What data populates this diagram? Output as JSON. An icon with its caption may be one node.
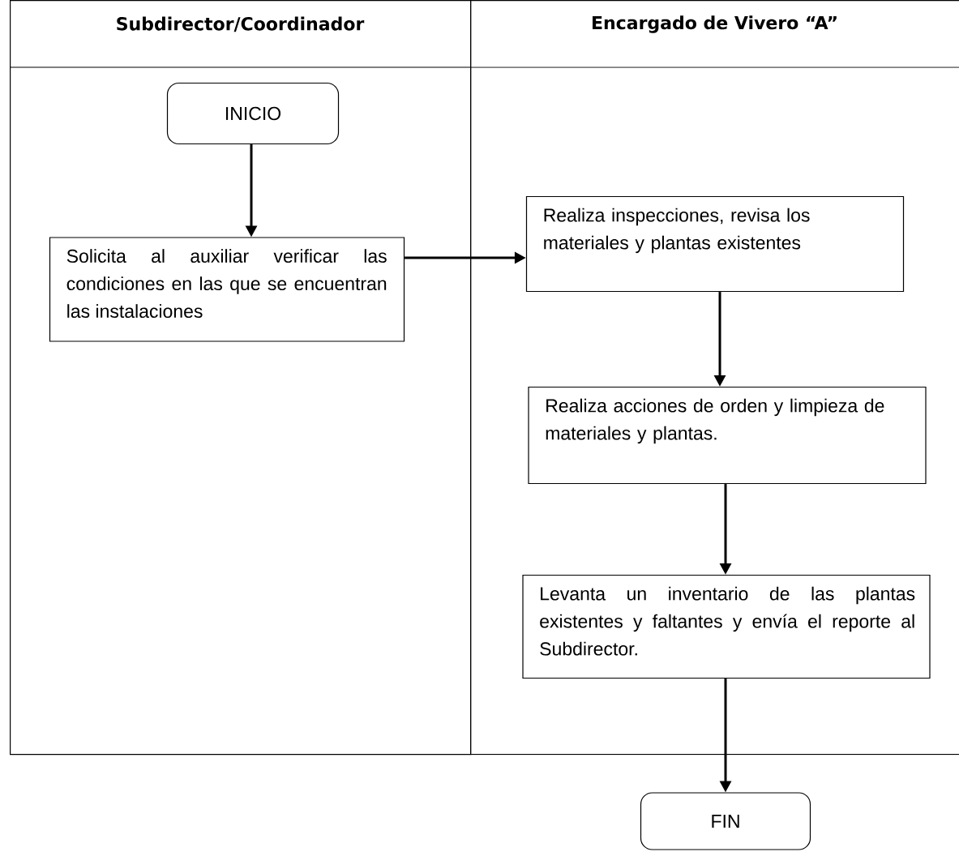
{
  "diagram": {
    "nodes": [
      {
        "text": [
          "Subdirector/Coordinador"
        ]
      },
      {
        "text": [
          "Encargado de Vivero “A”"
        ]
      },
      {
        "text": [
          "INICIO"
        ],
        "in": 0
      },
      {
        "text": [
          "Solicita al auxiliar verificar las condiciones en las que se encuentran las instalaciones"
        ],
        "in": 0
      },
      {
        "text": [
          "Realiza inspecciones, revisa los materiales y plantas existentes"
        ],
        "in": 1
      },
      {
        "text": [
          "Realiza acciones de orden y limpieza de materiales y plantas."
        ],
        "in": 1
      },
      {
        "text": [
          "Levanta un inventario de las plantas existentes y faltantes y envía el reporte al Subdirector."
        ],
        "in": 1
      },
      {
        "text": [
          "FIN"
        ]
      }
    ],
    "edges": [
      {
        "from": 2,
        "to": 3,
        "arrow": "to"
      },
      {
        "from": 3,
        "to": 4,
        "arrow": "to"
      },
      {
        "from": 4,
        "to": 5,
        "arrow": "to"
      },
      {
        "from": 5,
        "to": 6,
        "arrow": "to"
      },
      {
        "from": 6,
        "to": 7,
        "arrow": "to"
      }
    ]
  }
}
